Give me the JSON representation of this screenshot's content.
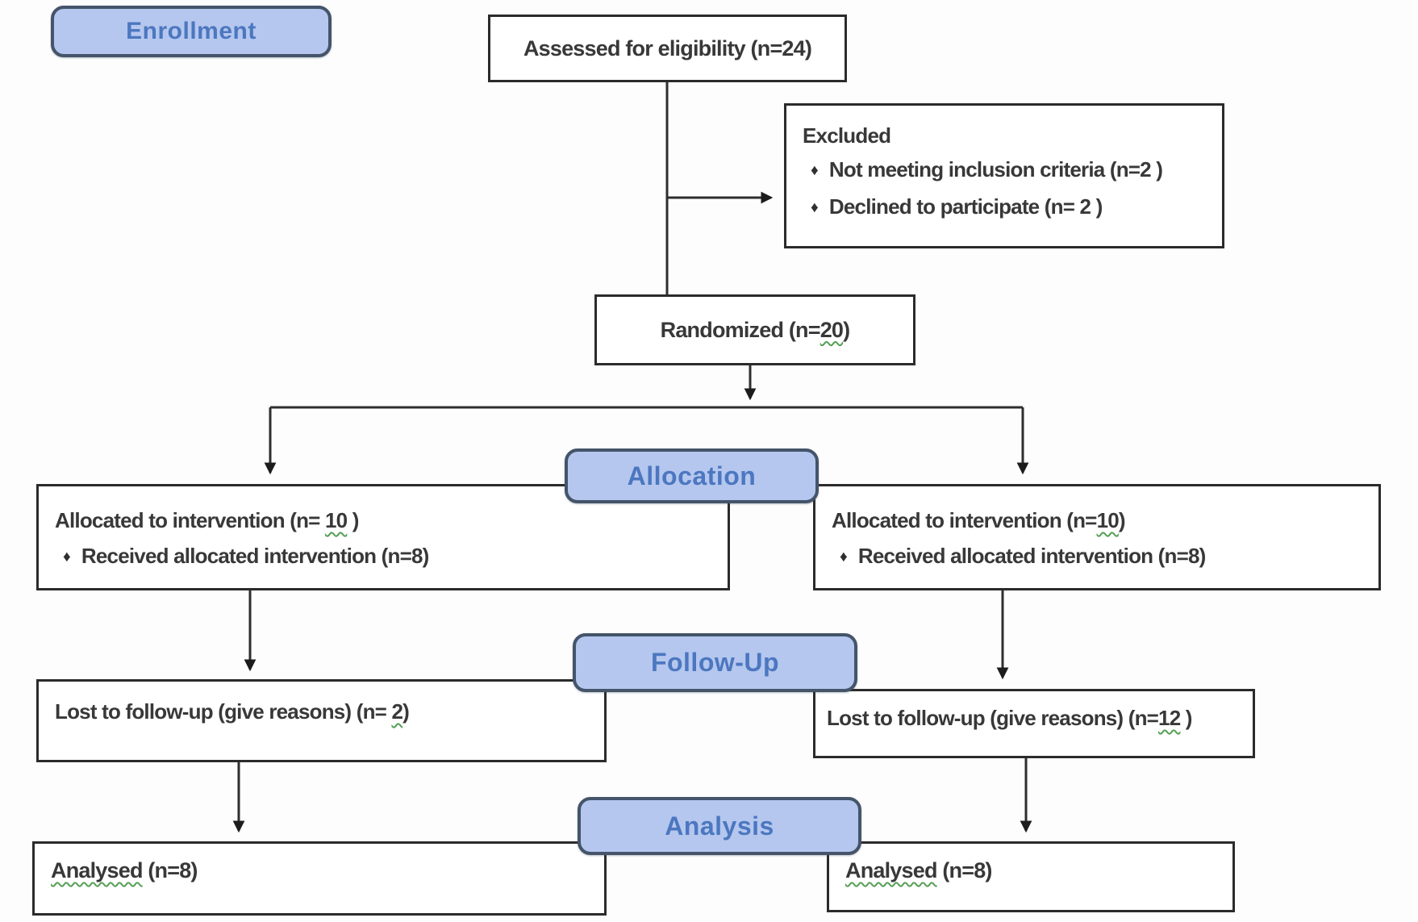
{
  "meta": {
    "bullet": "♦",
    "colors": {
      "pill_fill": "#b5c7ee",
      "pill_border": "#44546a",
      "pill_text": "#4c77c0",
      "box_border": "#2b2b2b",
      "text": "#383838",
      "spellcheck_underline": "#55a055"
    }
  },
  "stages": {
    "enrollment_label": "Enrollment",
    "allocation_label": "Allocation",
    "followup_label": "Follow-Up",
    "analysis_label": "Analysis"
  },
  "boxes": {
    "assessed": {
      "text": "Assessed for eligibility (n=24)"
    },
    "excluded": {
      "title": "Excluded",
      "items": [
        {
          "text": "Not meeting inclusion criteria (n=2 )"
        },
        {
          "text": "Declined to participate (n= 2 )"
        }
      ]
    },
    "randomized": {
      "prefix": "Randomized (n=",
      "value": "20",
      "suffix": ")"
    },
    "alloc_left": {
      "line1": {
        "prefix": "Allocated to intervention (n= ",
        "value": "10",
        "suffix": " )"
      },
      "line2": "Received allocated intervention (n=8)"
    },
    "alloc_right": {
      "line1": {
        "prefix": "Allocated to intervention (n=",
        "value": "10",
        "suffix": ")"
      },
      "line2": "Received allocated intervention (n=8)"
    },
    "lost_left": {
      "prefix": "Lost to follow-up (give reasons) (n= ",
      "value": "2",
      "suffix": ")"
    },
    "lost_right": {
      "prefix": "Lost to follow-up (give reasons) (n=",
      "value": "12",
      "suffix": " )"
    },
    "analysed_left": {
      "word": "Analysed",
      "rest": " (n=8)"
    },
    "analysed_right": {
      "word": "Analysed",
      "rest": " (n=8)"
    }
  }
}
